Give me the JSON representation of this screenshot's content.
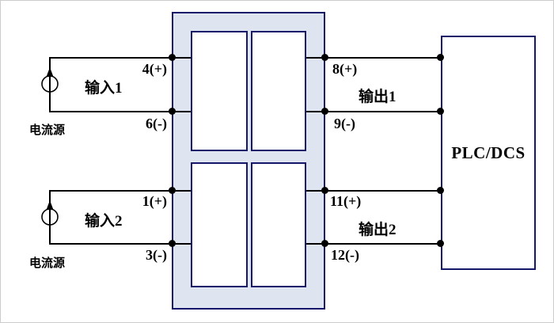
{
  "diagram": {
    "plc_label": "PLC/DCS",
    "inputs": [
      {
        "label": "输入1",
        "source_label": "电流源",
        "plus_terminal": "4(+)",
        "minus_terminal": "6(-)"
      },
      {
        "label": "输入2",
        "source_label": "电流源",
        "plus_terminal": "1(+)",
        "minus_terminal": "3(-)"
      }
    ],
    "outputs": [
      {
        "label": "输出1",
        "plus_terminal": "8(+)",
        "minus_terminal": "9(-)"
      },
      {
        "label": "输出2",
        "plus_terminal": "11(+)",
        "minus_terminal": "12(-)"
      }
    ],
    "colors": {
      "module_fill": "#dee4f0",
      "box_border": "#16166b",
      "wire": "#000000"
    }
  }
}
